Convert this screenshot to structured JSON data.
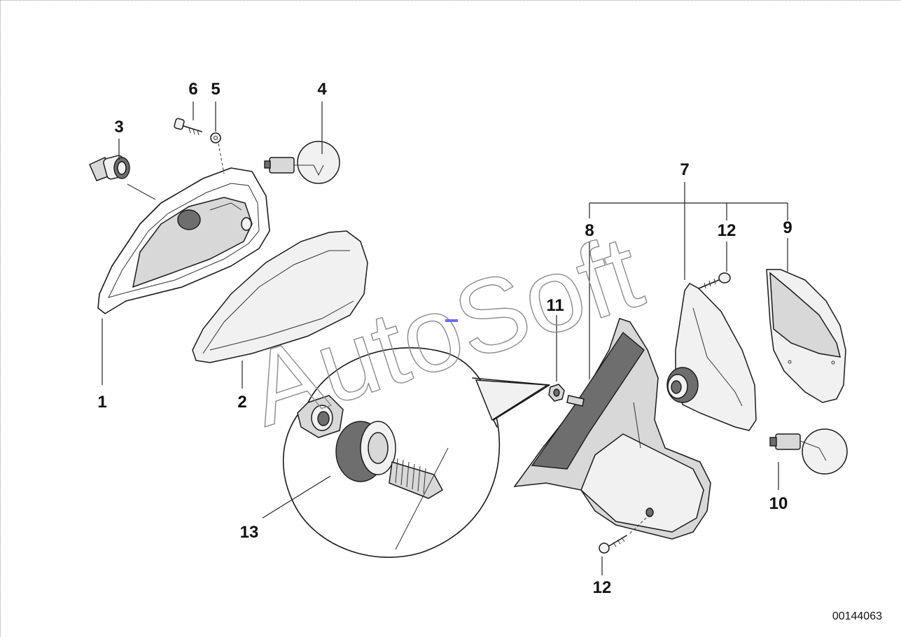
{
  "diagram": {
    "doc_number": "00144063",
    "watermark": "AutoSoft",
    "callouts": {
      "c1": "1",
      "c2": "2",
      "c3": "3",
      "c4": "4",
      "c5": "5",
      "c6": "6",
      "c7": "7",
      "c8": "8",
      "c9": "9",
      "c10": "10",
      "c11": "11",
      "c12a": "12",
      "c12b": "12",
      "c13": "13"
    }
  }
}
